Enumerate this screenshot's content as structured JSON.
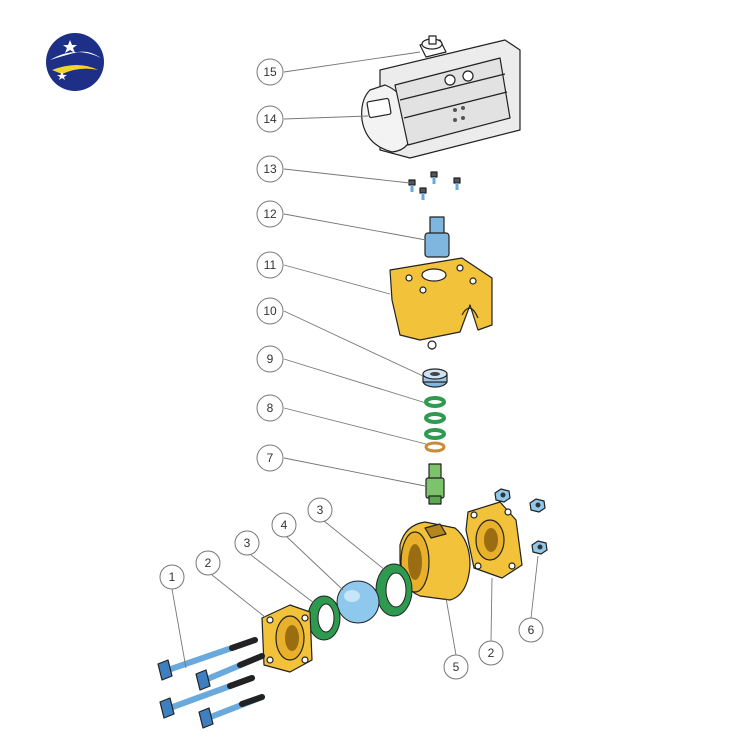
{
  "diagram": {
    "callouts": [
      {
        "label": "1"
      },
      {
        "label": "2"
      },
      {
        "label": "3"
      },
      {
        "label": "4"
      },
      {
        "label": "3"
      },
      {
        "label": "5"
      },
      {
        "label": "2"
      },
      {
        "label": "6"
      },
      {
        "label": "7"
      },
      {
        "label": "8"
      },
      {
        "label": "9"
      },
      {
        "label": "10"
      },
      {
        "label": "11"
      },
      {
        "label": "12"
      },
      {
        "label": "13"
      },
      {
        "label": "14"
      },
      {
        "label": "15"
      }
    ]
  },
  "colors": {
    "body_yellow": "#f2c23a",
    "seal_green": "#2e9a4f",
    "ball_blue": "#8ec8ec",
    "stem_blue": "#7fb6e0",
    "bolt_blue": "#6aa9dc",
    "stem_green": "#7dc36b",
    "actuator_gray": "#e6e6e6",
    "logo_navy": "#1d2f86",
    "logo_yellow": "#f2d630"
  }
}
